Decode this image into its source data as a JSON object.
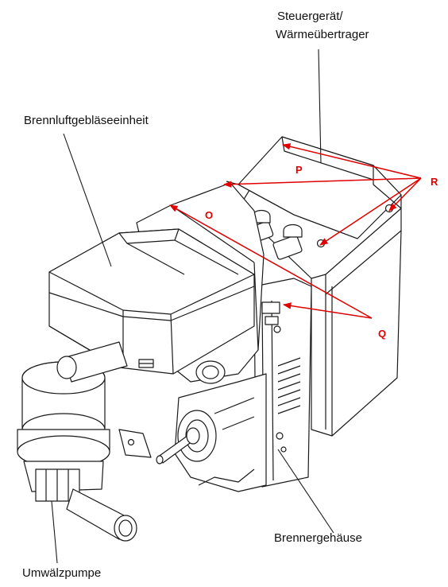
{
  "labels": {
    "control_unit_line1": "Steuergerät/",
    "control_unit_line2": "Wärmeübertrager",
    "blower": "Brennluftgebläseeinheit",
    "burner_housing": "Brennergehäuse",
    "pump": "Umwälzpumpe"
  },
  "markers": {
    "P": "P",
    "O": "O",
    "R": "R",
    "Q": "Q"
  },
  "colors": {
    "annotation": "#e00000",
    "line": "#1a1a1a",
    "fill": "#ffffff"
  }
}
